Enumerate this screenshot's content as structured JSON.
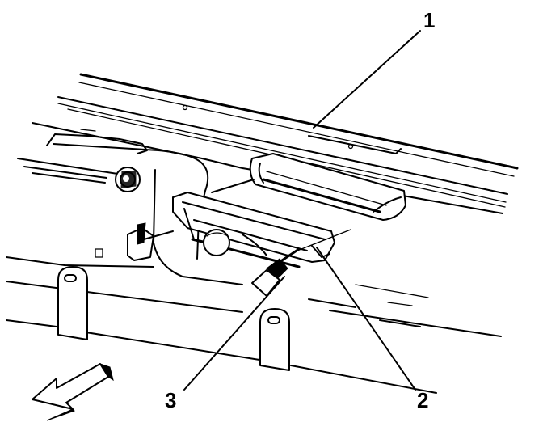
{
  "callouts": [
    {
      "number": "1"
    },
    {
      "number": "2"
    },
    {
      "number": "3"
    }
  ],
  "colors": {
    "ink": "#000000",
    "paper": "#ffffff"
  },
  "icons": [
    "direction-arrow-icon"
  ]
}
